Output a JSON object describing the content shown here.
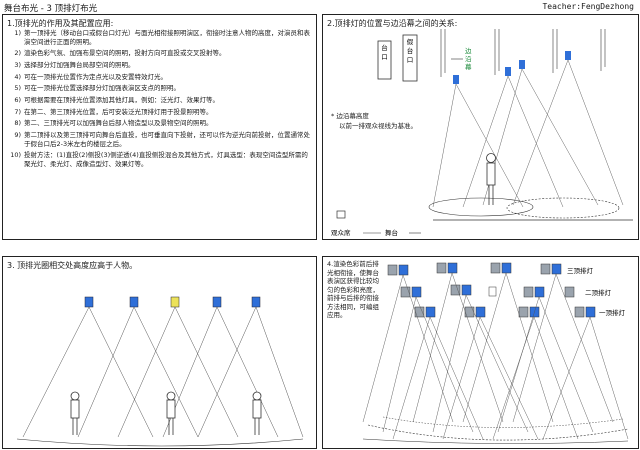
{
  "header": {
    "left": "舞台布光 - 3 顶排灯布光",
    "right": "Teacher:FengDezhong"
  },
  "panel1": {
    "title": "1.顶排光的作用及其配置应用:",
    "items": [
      {
        "num": "1)",
        "text": "第一顶排光（移动台口或假台口灯光）与面光相衔接照明演区，衔接时注意人物的高度，对演员和表演空间进行正面的照明。"
      },
      {
        "num": "2)",
        "text": "渲染色彩气氛、加强布景空间的照明，投射方向可直投或交叉投射等。"
      },
      {
        "num": "3)",
        "text": "选择部分灯加强舞台局部空间的照明。"
      },
      {
        "num": "4)",
        "text": "可在一顶排光位置作为定点光以及安置特效灯光。"
      },
      {
        "num": "5)",
        "text": "可在一顶排光位置选择部分灯加强表演区支点的照明。"
      },
      {
        "num": "6)",
        "text": "可根据需要在顶排光位置添加其他灯具，例如：泛光灯、效果灯等。"
      },
      {
        "num": "7)",
        "text": "在第二、第三顶排光位置，后可安装泛光顶排灯用于投景照明等。"
      },
      {
        "num": "8)",
        "text": "第二、三顶排光可以加强舞台后部人物造型以及景物空间的照明。"
      },
      {
        "num": "9)",
        "text": "第二顶排以及第三顶排可向舞台后直投，也可垂直向下投射，还可以作为逆光向前投射，位置通常处于假台口后2-3米左右的楼层之后。"
      },
      {
        "num": "10)",
        "text": "投射方法：(1)直投(2)侧投(3)侧逆透(4)直投侧投混合及其他方式，灯具选型：表现空间造型所需的聚光灯、柔光灯、成像造型灯、效果灯等。"
      }
    ]
  },
  "panel2": {
    "title": "2.顶排灯的位置与边沿幕之间的关系:",
    "label_taikou": "台口",
    "label_jiataikou": "假台口",
    "label_bianyanmu": "边沿幕",
    "note_title": "* 边沿幕高度",
    "note_body": "以前一排观众视线为基准。",
    "label_viewer": "观众席",
    "label_stage": "舞台"
  },
  "panel3": {
    "title": "3. 顶排光圈相交处高度应高于人物。"
  },
  "panel4": {
    "note": "4.渲染色彩前后排光相衔接，使舞台表演区获得比较均匀的色彩和亮度，前排与后排的衔接方法相同，可编组应用。",
    "labels": [
      "三顶排灯",
      "二顶排灯",
      "一顶排灯"
    ]
  },
  "colors": {
    "lamp_blue": "#2f6fd8",
    "lamp_grey": "#9aa3ad",
    "lamp_yellow": "#ece25a",
    "line": "#333333"
  }
}
